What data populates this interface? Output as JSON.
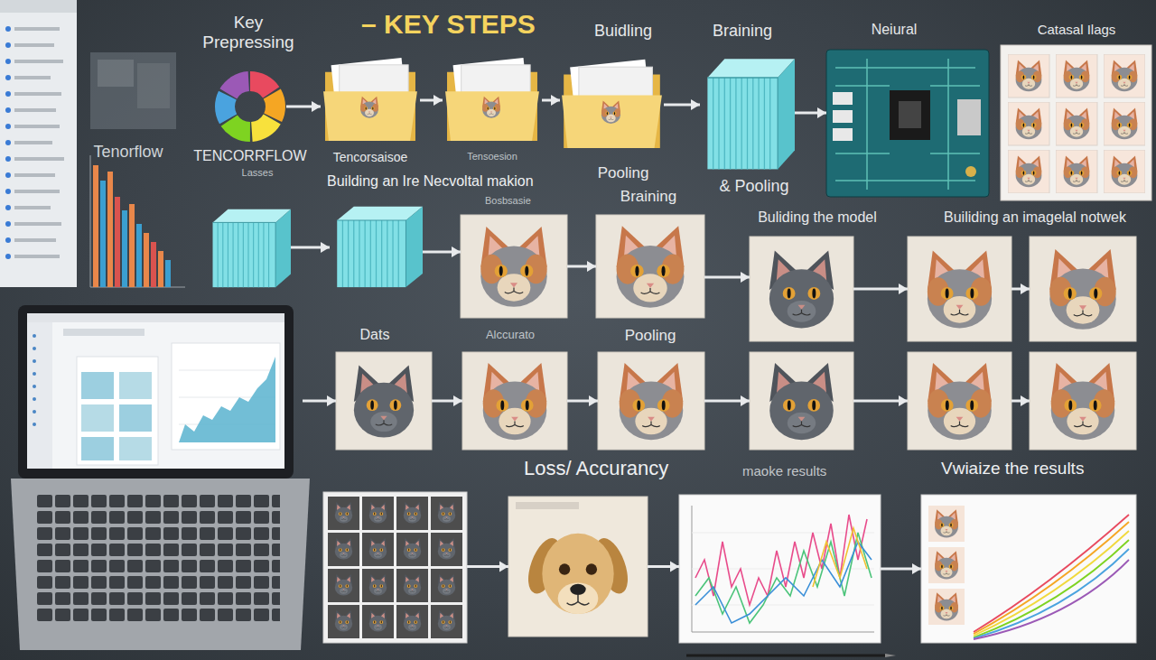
{
  "diagram": {
    "title": "– KEY STEPS",
    "nodes": [
      {
        "text": [
          "Tenorflow"
        ]
      },
      {
        "text": [
          "Key Prepressing",
          "TENCORRFLOW",
          "Lasses"
        ]
      },
      {
        "text": [
          "Tencorsaisoe"
        ]
      },
      {
        "text": [
          "Tensoesion"
        ]
      },
      {
        "text": [
          "Buidling",
          "Pooling",
          "Braining"
        ]
      },
      {
        "text": [
          "Braining",
          "& Pooling"
        ]
      },
      {
        "text": [
          "Neiural"
        ]
      },
      {
        "text": [
          "Catasal Ilags"
        ]
      },
      {
        "text": []
      },
      {
        "text": []
      },
      {
        "text": []
      },
      {
        "text": []
      },
      {
        "text": [
          "Buliding the model"
        ]
      },
      {
        "text": [
          "Builiding an imagelal notwek"
        ]
      },
      {
        "text": []
      },
      {
        "text": []
      },
      {
        "text": [
          "Dats"
        ]
      },
      {
        "text": [
          "Alccurato"
        ]
      },
      {
        "text": [
          "Pooling"
        ]
      },
      {
        "text": []
      },
      {
        "text": []
      },
      {
        "text": []
      },
      {
        "text": []
      },
      {
        "text": []
      },
      {
        "text": []
      },
      {
        "text": []
      }
    ],
    "edges": [
      {
        "from": 1,
        "to": 2,
        "arrow": "to"
      },
      {
        "from": 2,
        "to": 3,
        "arrow": "to"
      },
      {
        "from": 3,
        "to": 4,
        "arrow": "to"
      },
      {
        "from": 4,
        "to": 5,
        "arrow": "to"
      },
      {
        "from": 5,
        "to": 6,
        "arrow": "to"
      },
      {
        "from": 8,
        "to": 9,
        "arrow": "to"
      },
      {
        "from": 9,
        "to": 10,
        "arrow": "to"
      },
      {
        "from": 10,
        "to": 11,
        "arrow": "to"
      },
      {
        "from": 11,
        "to": 12,
        "arrow": "to"
      },
      {
        "from": 12,
        "to": 13,
        "arrow": "to"
      },
      {
        "from": 13,
        "to": 14,
        "arrow": "to"
      },
      {
        "from": 15,
        "to": 16,
        "arrow": "to"
      },
      {
        "from": 16,
        "to": 17,
        "arrow": "to"
      },
      {
        "from": 17,
        "to": 18,
        "arrow": "to"
      },
      {
        "from": 18,
        "to": 19,
        "arrow": "to"
      },
      {
        "from": 19,
        "to": 20,
        "arrow": "to"
      },
      {
        "from": 20,
        "to": 21,
        "arrow": "to"
      },
      {
        "from": 22,
        "to": 23,
        "arrow": "to"
      },
      {
        "from": 23,
        "to": 24,
        "arrow": "to"
      },
      {
        "from": 24,
        "to": 25,
        "arrow": "to"
      }
    ],
    "labels": [
      "Building an Ire Necvoltal makion",
      "Bosbsasie",
      "Loss/ Accurancy",
      "maoke results",
      "Vwiaize the results"
    ]
  }
}
